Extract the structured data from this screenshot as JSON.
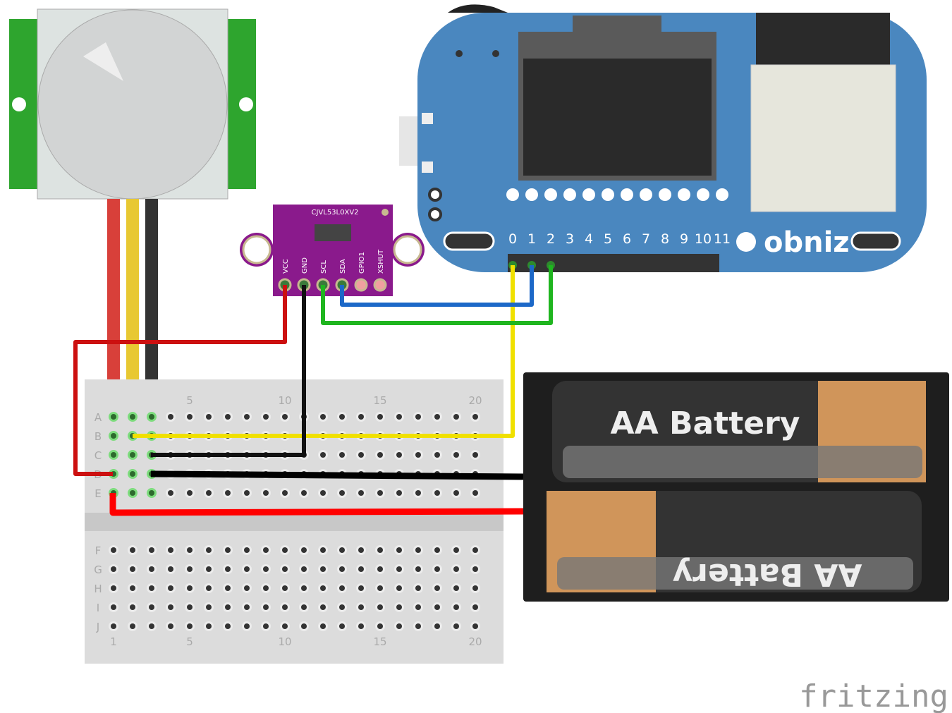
{
  "sensor": {
    "title": "CJVL53L0XV2",
    "pins": [
      "VCC",
      "GND",
      "SCL",
      "SDA",
      "GPIO1",
      "XSHUT"
    ]
  },
  "obniz": {
    "brand": "obniz",
    "pins": [
      "0",
      "1",
      "2",
      "3",
      "4",
      "5",
      "6",
      "7",
      "8",
      "9",
      "10",
      "11"
    ]
  },
  "breadboard": {
    "rows_top": [
      "A",
      "B",
      "C",
      "D",
      "E"
    ],
    "rows_bottom": [
      "F",
      "G",
      "H",
      "I",
      "J"
    ],
    "top_numbers": [
      "5",
      "10",
      "15",
      "20"
    ],
    "bottom_numbers": [
      "1",
      "5",
      "10",
      "15",
      "20"
    ]
  },
  "battery": {
    "cell1": "AA Battery",
    "cell2": "AA Battery"
  },
  "watermark": "fritzing",
  "colors": {
    "obniz_blue": "#4a87bf",
    "sensor_purple": "#8a1a8c",
    "pir_green": "#2ea52e",
    "wire_red": "#cc1010",
    "wire_yellow": "#f0e000",
    "wire_green": "#1fb51f",
    "wire_blue": "#1c68c8",
    "wire_black": "#111111"
  }
}
